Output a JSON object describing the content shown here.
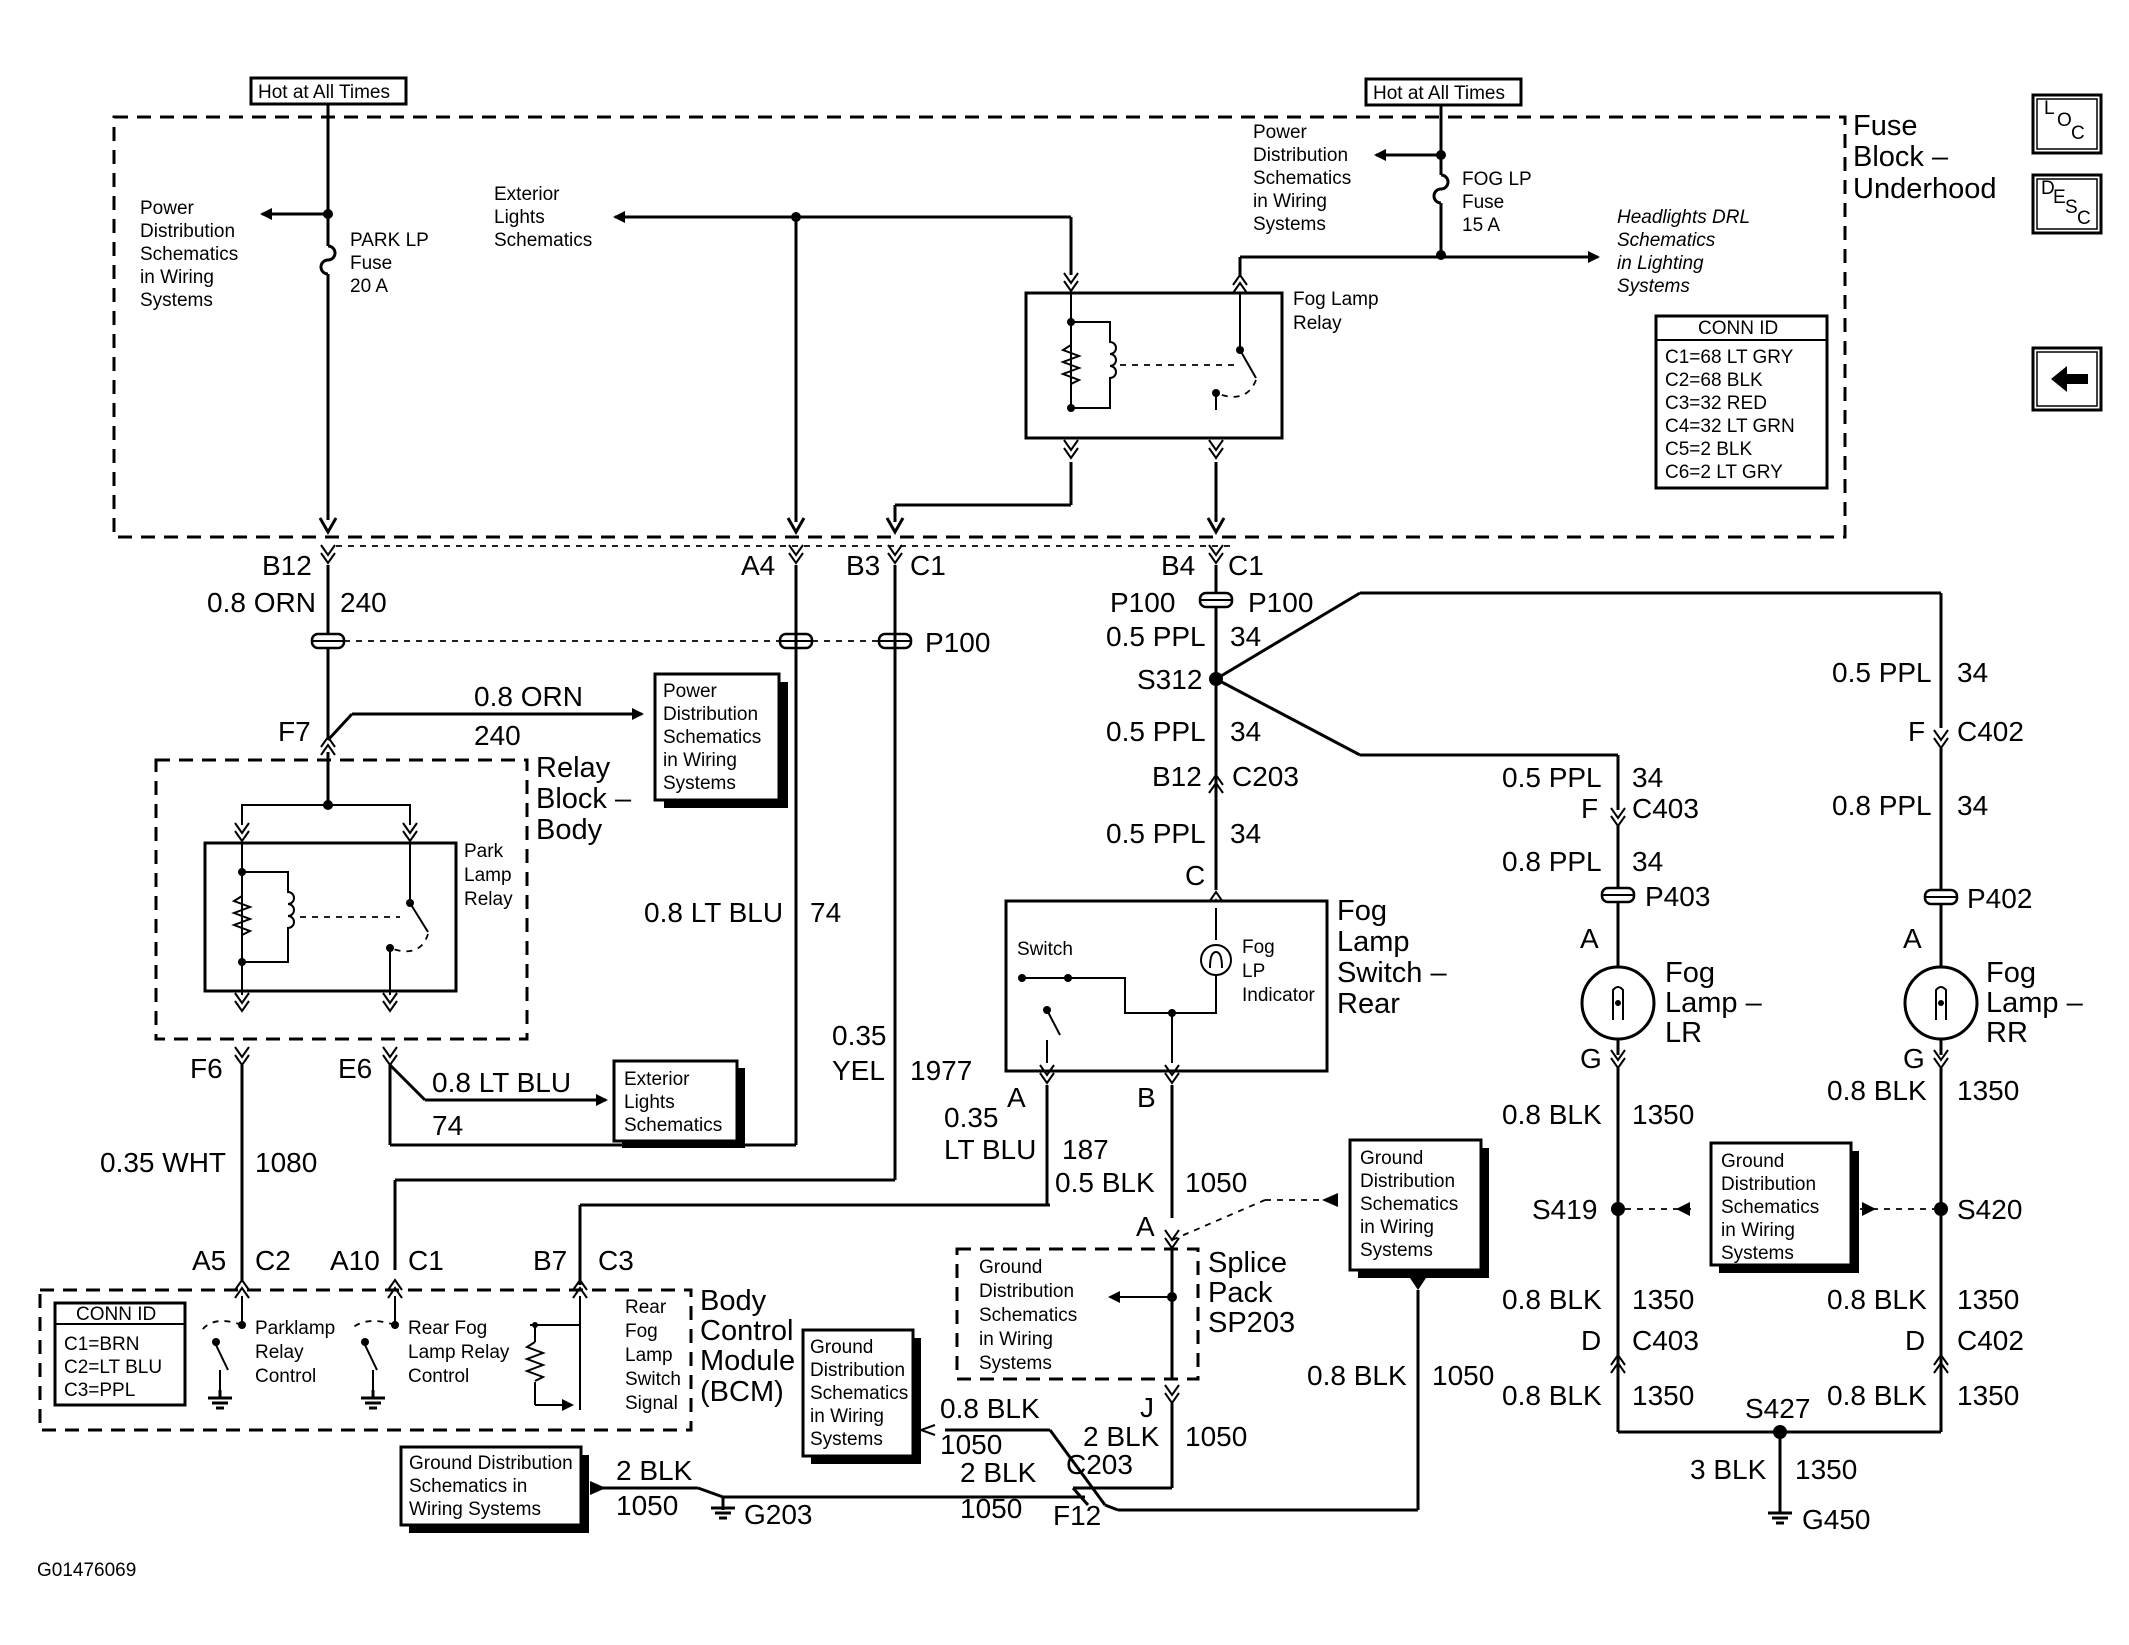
{
  "figure_id": "G01476069",
  "nav": {
    "loc": {
      "l": "L",
      "o": "O",
      "c": "C"
    },
    "desc": {
      "d": "D",
      "e": "E",
      "s": "S",
      "c": "C"
    },
    "back_arrow": "←"
  },
  "top": {
    "hot_left": "Hot at All Times",
    "hot_right": "Hot at All Times",
    "fuse_block": [
      "Fuse",
      "Block –",
      "Underhood"
    ],
    "power_left": [
      "Power",
      "Distribution",
      "Schematics",
      "in Wiring",
      "Systems"
    ],
    "park_fuse": [
      "PARK LP",
      "Fuse",
      "20 A"
    ],
    "ext_lights": [
      "Exterior",
      "Lights",
      "Schematics"
    ],
    "power_top": [
      "Power",
      "Distribution",
      "Schematics",
      "in Wiring",
      "Systems"
    ],
    "fog_fuse": [
      "FOG LP",
      "Fuse",
      "15 A"
    ],
    "headlights": [
      "Headlights DRL",
      "Schematics",
      "in Lighting",
      "Systems"
    ],
    "fog_relay": [
      "Fog Lamp",
      "Relay"
    ],
    "conn_title": "CONN ID",
    "conn_rows": [
      "C1=68 LT GRY",
      "C2=68 BLK",
      "C3=32 RED",
      "C4=32 LT GRN",
      "C5=2 BLK",
      "C6=2 LT GRY"
    ]
  },
  "connectors": {
    "b12": "B12",
    "a4": "A4",
    "b3": "B3",
    "c1a": "C1",
    "b4": "B4",
    "c1b": "C1",
    "p100a": "P100",
    "p100b": "P100",
    "f7": "F7",
    "f6": "F6",
    "e6": "E6",
    "s312": "S312",
    "b12b": "B12",
    "c203": "C203",
    "cc": "C",
    "f_c403": "F",
    "c403": "C403",
    "f_c402": "F",
    "c402": "C402",
    "p403": "P403",
    "p402": "P402",
    "a_lr": "A",
    "a_rr": "A",
    "g_lr": "G",
    "g_rr": "G",
    "s419": "S419",
    "s420": "S420",
    "d_lr": "D",
    "c403b": "C403",
    "d_rr": "D",
    "c402b": "C402",
    "s427": "S427",
    "g450": "G450",
    "a5": "A5",
    "c2": "C2",
    "a10": "A10",
    "c1c": "C1",
    "b7": "B7",
    "c3": "C3",
    "sw_a": "A",
    "sw_b": "B",
    "sp_a": "A",
    "sp_j": "J",
    "f12": "F12",
    "c203b": "C203",
    "g203": "G203"
  },
  "wires": {
    "orn1_g": "0.8 ORN",
    "orn1_c": "240",
    "orn2_g": "0.8 ORN",
    "orn2_c": "240",
    "ltblu_g": "0.8 LT BLU",
    "ltblu_c": "74",
    "yel_g": [
      "0.35",
      "YEL"
    ],
    "yel_c": "1977",
    "wht_g": "0.35 WHT",
    "wht_c": "1080",
    "ltblu2_g": "0.8 LT BLU",
    "ltblu2_c": "74",
    "ltblu3_g": [
      "0.35",
      "LT BLU"
    ],
    "ltblu3_c": "187",
    "blk_sw_g": "0.5 BLK",
    "blk_sw_c": "1050",
    "ppl1_g": "0.5 PPL",
    "ppl1_c": "34",
    "ppl2_g": "0.5 PPL",
    "ppl2_c": "34",
    "ppl3_g": "0.5 PPL",
    "ppl3_c": "34",
    "ppl_lr1_g": "0.5 PPL",
    "ppl_lr1_c": "34",
    "ppl_lr2_g": "0.8 PPL",
    "ppl_lr2_c": "34",
    "ppl_rr1_g": "0.5 PPL",
    "ppl_rr1_c": "34",
    "ppl_rr2_g": "0.8 PPL",
    "ppl_rr2_c": "34",
    "blk_lr1_g": "0.8 BLK",
    "blk_lr1_c": "1350",
    "blk_rr1_g": "0.8 BLK",
    "blk_rr1_c": "1350",
    "blk_lr2_g": "0.8 BLK",
    "blk_lr2_c": "1350",
    "blk_rr2_g": "0.8 BLK",
    "blk_rr2_c": "1350",
    "blk_lr3_g": "0.8 BLK",
    "blk_lr3_c": "1350",
    "blk_rr3_g": "0.8 BLK",
    "blk_rr3_c": "1350",
    "blk3_g": "3 BLK",
    "blk3_c": "1350",
    "blk_gd_g": "0.8 BLK",
    "blk_gd_c": "1050",
    "blk_gd2_g": "0.8 BLK",
    "blk_gd2_c": "1050",
    "blk2_sp_g": "2 BLK",
    "blk2_sp_c": "1050",
    "blk2_c203_g": "2 BLK",
    "blk2_c203_c": "1050",
    "blk2_g203_g": "2 BLK",
    "blk2_g203_c": "1050"
  },
  "components": {
    "relay_block": [
      "Relay",
      "Block –",
      "Body"
    ],
    "park_relay": [
      "Park",
      "Lamp",
      "Relay"
    ],
    "power_mid": [
      "Power",
      "Distribution",
      "Schematics",
      "in Wiring",
      "Systems"
    ],
    "ext_lights2": [
      "Exterior",
      "Lights",
      "Schematics"
    ],
    "fog_switch_title": [
      "Fog",
      "Lamp",
      "Switch –",
      "Rear"
    ],
    "switch_label": "Switch",
    "fog_indicator": [
      "Fog",
      "LP",
      "Indicator"
    ],
    "fog_lr": [
      "Fog",
      "Lamp –",
      "LR"
    ],
    "fog_rr": [
      "Fog",
      "Lamp –",
      "RR"
    ],
    "gd_mid": [
      "Ground",
      "Distribution",
      "Schematics",
      "in Wiring",
      "Systems"
    ],
    "gd_right": [
      "Ground",
      "Distribution",
      "Schematics",
      "in Wiring",
      "Systems"
    ],
    "gd_splice": [
      "Ground",
      "Distribution",
      "Schematics",
      "in Wiring",
      "Systems"
    ],
    "gd_bcm": [
      "Ground",
      "Distribution",
      "Schematics",
      "in Wiring",
      "Systems"
    ],
    "gd_bottom": [
      "Ground Distribution",
      "Schematics in",
      "Wiring Systems"
    ],
    "splice_pack": [
      "Splice",
      "Pack",
      "SP203"
    ],
    "bcm_title": [
      "Body",
      "Control",
      "Module",
      "(BCM)"
    ],
    "bcm_conn_title": "CONN ID",
    "bcm_conn_rows": [
      "C1=BRN",
      "C2=LT BLU",
      "C3=PPL"
    ],
    "parklamp_ctrl": [
      "Parklamp",
      "Relay",
      "Control"
    ],
    "rear_fog_ctrl": [
      "Rear Fog",
      "Lamp Relay",
      "Control"
    ],
    "rear_fog_sig": [
      "Rear",
      "Fog",
      "Lamp",
      "Switch",
      "Signal"
    ]
  }
}
